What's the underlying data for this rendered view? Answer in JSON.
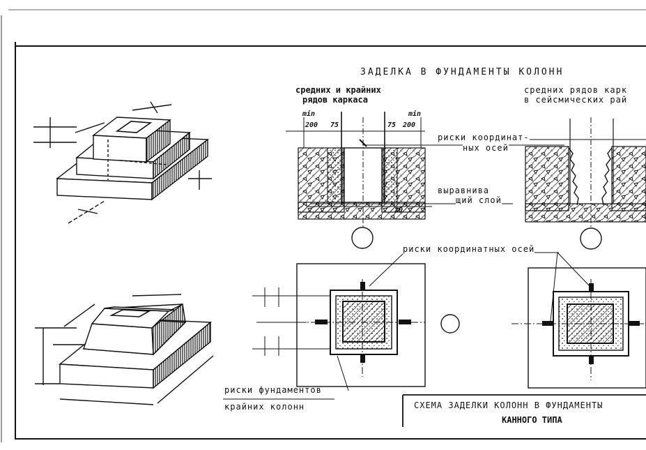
{
  "drawing": {
    "title": "ЗАДЕЛКА   В   ФУНДАМЕНТЫ     КОЛОНН",
    "left_section": {
      "subtitle_line1": "средних и крайних",
      "subtitle_line2": "рядов каркаса",
      "min_left": "min",
      "dim_left": "200",
      "dim_left_small": "75",
      "min_right": "min",
      "dim_right": "200",
      "dim_right_small": "75",
      "dim_bottom": "20"
    },
    "right_section": {
      "subtitle_line1": "средних рядов карк",
      "subtitle_line2": "в сейсмических рай"
    },
    "callouts": {
      "axis_marks_line1": "риски координат-",
      "axis_marks_line2": "ных осей",
      "leveling_line1": "выравнива",
      "leveling_line2": "щий слой",
      "axis_marks_plan": "риски координатных  осей",
      "foundation_marks_line1": "риски фундаментов",
      "foundation_marks_line2": "крайних колонн"
    },
    "stamp": {
      "line1": "СХЕМА ЗАДЕЛКИ КОЛОНН В ФУНДАМЕНТЫ",
      "line2": "КАННОГО ТИПА"
    }
  }
}
